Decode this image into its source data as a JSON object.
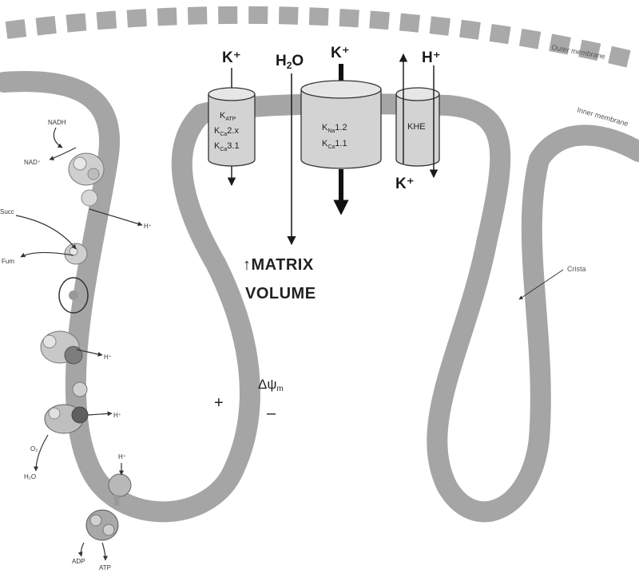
{
  "labels": {
    "outer_membrane": "Outer membrane",
    "inner_membrane": "Inner membrane",
    "cristae": "Crista",
    "matrix_line1": "↑MATRIX",
    "matrix_line2": "VOLUME",
    "delta_psi": "Δψ",
    "delta_psi_sub": "m",
    "plus": "+",
    "minus": "–"
  },
  "ions": {
    "k_left": "K⁺",
    "water_main": "H",
    "water_sub": "2",
    "water_end": "O",
    "k_center": "K⁺",
    "h_right": "H⁺",
    "k_bottom_right": "K⁺"
  },
  "channels": {
    "left": {
      "line1_main": "K",
      "line1_sub": "ATP",
      "line2_main": "K",
      "line2_sub": "Ca",
      "line2_end": "2.x",
      "line3_main": "K",
      "line3_sub": "Ca",
      "line3_end": "3.1"
    },
    "center": {
      "line1_main": "K",
      "line1_sub": "Na",
      "line1_end": "1.2",
      "line2_main": "K",
      "line2_sub": "Ca",
      "line2_end": "1.1"
    },
    "right": {
      "label": "KHE"
    }
  },
  "etc_labels": {
    "nadh": "NADH",
    "nad": "NAD⁺",
    "succ": "Succ",
    "fum": "Fum",
    "h1": "H⁺",
    "h2": "H⁺",
    "h3": "H⁺",
    "h4": "H⁺",
    "o2": "O₂",
    "h2o": "H₂O",
    "adp": "ADP",
    "atp": "ATP"
  }
}
